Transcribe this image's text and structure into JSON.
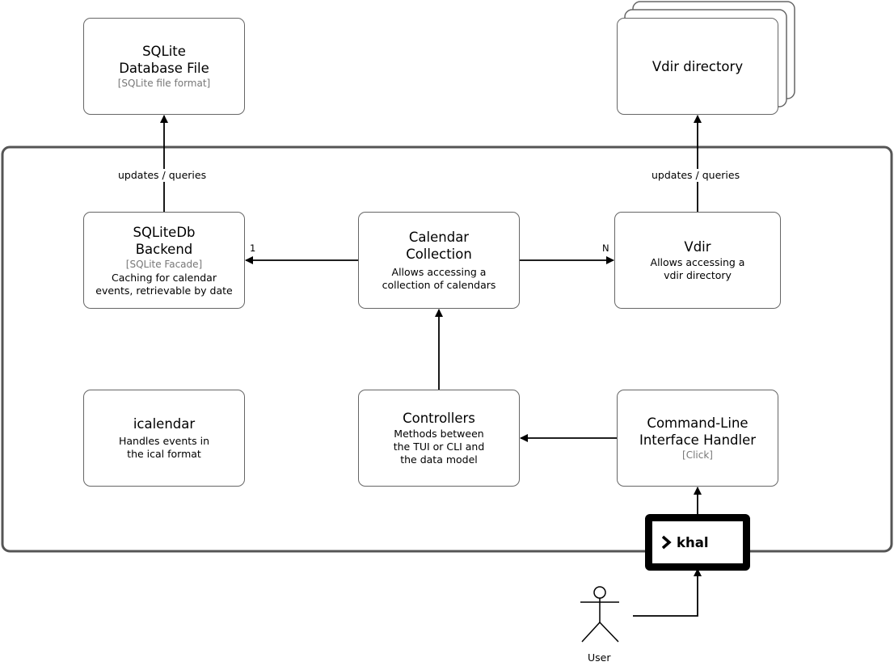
{
  "boxes": {
    "sqlite_file": {
      "title": "SQLite\nDatabase File",
      "tech": "[SQLite file format]"
    },
    "vdir_dir": {
      "title": "Vdir directory"
    },
    "sqlitedb_backend": {
      "title": "SQLiteDb\nBackend",
      "tech": "[SQLite Facade]",
      "desc": "Caching for calendar\nevents, retrievable by date"
    },
    "calendar_collection": {
      "title": "Calendar\nCollection",
      "desc": "Allows accessing a\ncollection of calendars"
    },
    "vdir": {
      "title": "Vdir",
      "desc": "Allows accessing a\nvdir directory"
    },
    "icalendar": {
      "title": "icalendar",
      "desc": "Handles events in\nthe ical format"
    },
    "controllers": {
      "title": "Controllers",
      "desc": "Methods between\nthe TUI or CLI and\nthe data model"
    },
    "cli_handler": {
      "title": "Command-Line\nInterface Handler",
      "tech": "[Click]"
    }
  },
  "edges": {
    "sqlite_label": "updates / queries",
    "vdir_label": "updates / queries",
    "mult_one": "1",
    "mult_n": "N"
  },
  "system": {
    "name": "khal",
    "icon": "terminal-prompt-icon"
  },
  "actor": {
    "label": "User",
    "icon": "stick-figure-icon"
  }
}
